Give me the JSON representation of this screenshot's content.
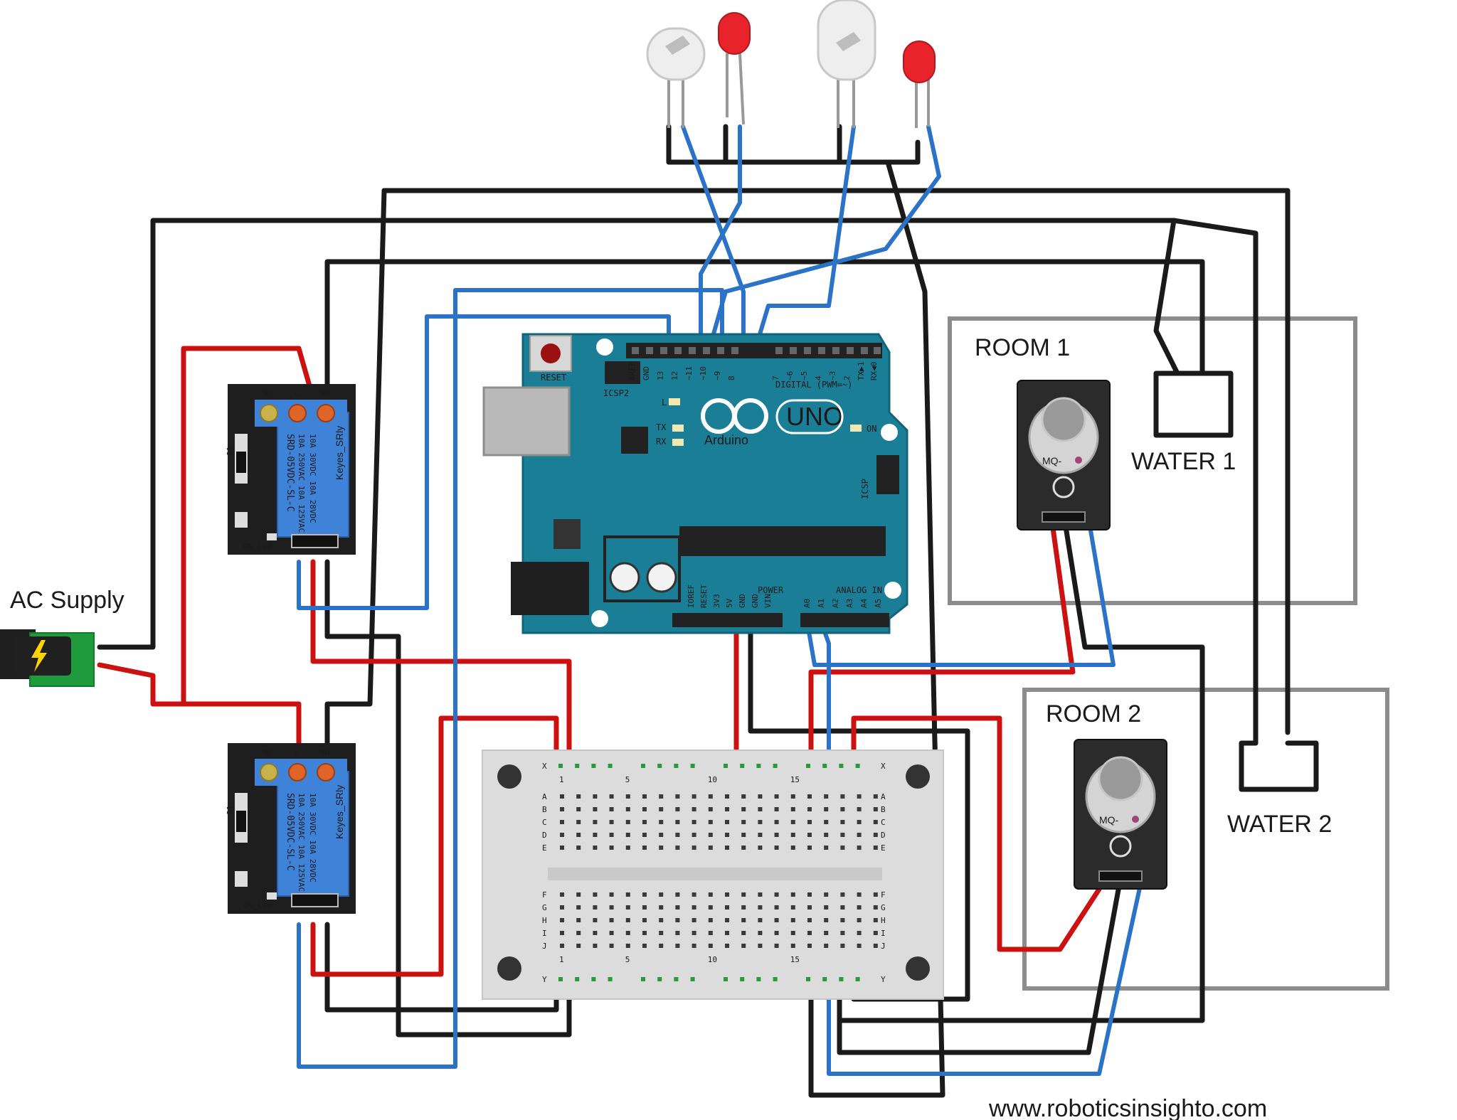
{
  "labels": {
    "ac_supply": "AC Supply",
    "room1": "ROOM 1",
    "room2": "ROOM 2",
    "water1": "WATER 1",
    "water2": "WATER 2",
    "website": "www.roboticsinsighto.com"
  },
  "arduino": {
    "board": "UNO",
    "brand": "Arduino",
    "reset": "RESET",
    "icsp2": "ICSP2",
    "icsp": "ICSP",
    "digital": "DIGITAL (PWM=~)",
    "analog": "ANALOG IN",
    "power": "POWER",
    "tx": "TX",
    "rx": "RX",
    "on": "ON",
    "l": "L",
    "digital_pins": [
      "AREF",
      "GND",
      "13",
      "12",
      "~11",
      "~10",
      "~9",
      "8",
      "7",
      "~6",
      "~5",
      "4",
      "~3",
      "2",
      "TX▶1",
      "RX◀0"
    ],
    "power_pins": [
      "IOREF",
      "RESET",
      "3V3",
      "5V",
      "GND",
      "GND",
      "VIN"
    ],
    "analog_pins": [
      "A0",
      "A1",
      "A2",
      "A3",
      "A4",
      "A5"
    ]
  },
  "relay": {
    "name": "Keyes_SRly",
    "spec_line1": "SRD-05VDC-SL-C",
    "spec_line2": "10A 250VAC  10A 125VAC",
    "spec_line3": "10A 30VDC  10A 28VDC",
    "nc": "NC",
    "c": "C",
    "no": "NO",
    "on_led": "ON_Led",
    "d1": "D1"
  },
  "sensor": {
    "label": "MQ-"
  },
  "breadboard": {
    "row_letters_top": [
      "A",
      "B",
      "C",
      "D",
      "E"
    ],
    "row_letters_bottom": [
      "F",
      "G",
      "H",
      "I",
      "J"
    ],
    "col_numbers": [
      "1",
      "5",
      "10",
      "15"
    ],
    "rail_top": "X",
    "rail_bottom": "Y"
  },
  "colors": {
    "wire_red": "#cc1111",
    "wire_black": "#1a1a1a",
    "wire_blue": "#2b73c8",
    "room_outline": "#8c8c8c",
    "arduino_board": "#1b7e97",
    "relay_blue": "#3f83d8",
    "led_red": "#e8232a",
    "led_white": "#e6e6e6"
  }
}
